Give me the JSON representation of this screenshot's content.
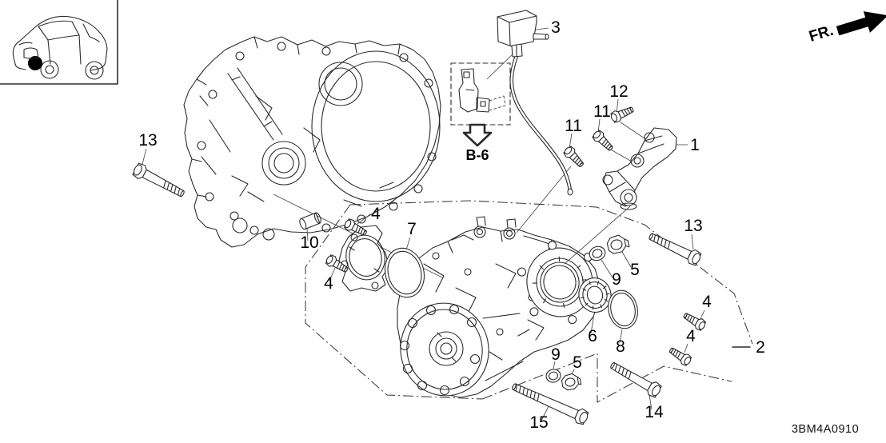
{
  "diagram": {
    "code": "3BM4A0910",
    "fr_label": "FR.",
    "b6_label": "B-6"
  },
  "icons": {
    "vehicle": "suv-outline-icon",
    "front_direction": "fr-arrow-icon",
    "b6_reference": "down-block-arrow-icon"
  },
  "callouts": [
    {
      "label": "1"
    },
    {
      "label": "2"
    },
    {
      "label": "3"
    },
    {
      "label": "4"
    },
    {
      "label": "4"
    },
    {
      "label": "4"
    },
    {
      "label": "4"
    },
    {
      "label": "5"
    },
    {
      "label": "5"
    },
    {
      "label": "6"
    },
    {
      "label": "7"
    },
    {
      "label": "8"
    },
    {
      "label": "9"
    },
    {
      "label": "9"
    },
    {
      "label": "10"
    },
    {
      "label": "11"
    },
    {
      "label": "11"
    },
    {
      "label": "12"
    },
    {
      "label": "13"
    },
    {
      "label": "13"
    },
    {
      "label": "14"
    },
    {
      "label": "15"
    }
  ]
}
